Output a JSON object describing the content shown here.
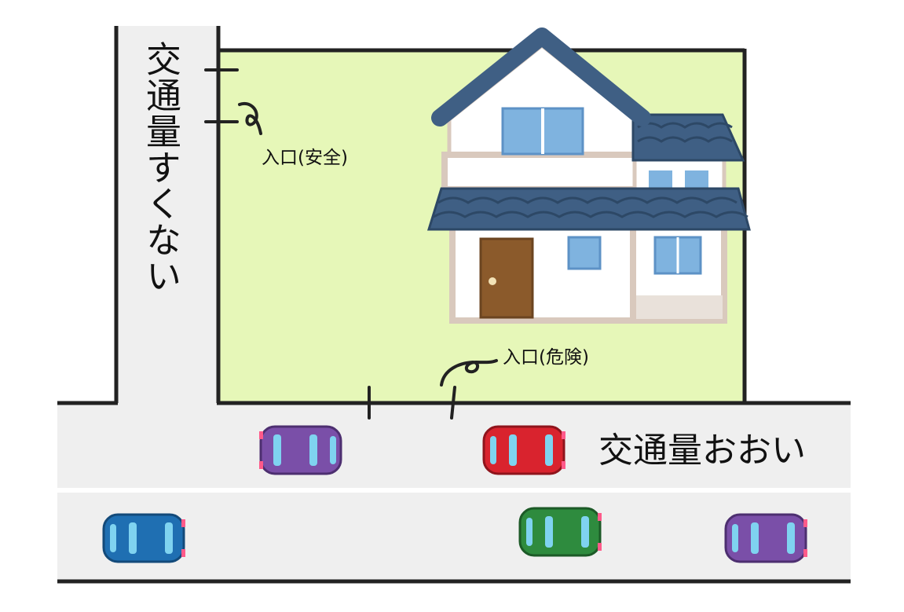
{
  "labels": {
    "side_road": "交通量すくない",
    "main_road": "交通量おおい",
    "entrance_safe": "入口(安全)",
    "entrance_danger": "入口(危険)"
  },
  "colors": {
    "lot": "#e6f7b8",
    "road": "#efefef",
    "outline": "#222222",
    "roof": "#3f5f84",
    "wall": "#ffffff",
    "trim": "#d9c9bd",
    "window": "#7fb3df",
    "door": "#8b5a2b"
  },
  "cars": [
    {
      "name": "purple-car-1",
      "color": "#7a4fa8"
    },
    {
      "name": "red-car",
      "color": "#d9232e"
    },
    {
      "name": "blue-car",
      "color": "#1f6fb2"
    },
    {
      "name": "green-car",
      "color": "#2e8b3e"
    },
    {
      "name": "purple-car-2",
      "color": "#7a4fa8"
    }
  ]
}
